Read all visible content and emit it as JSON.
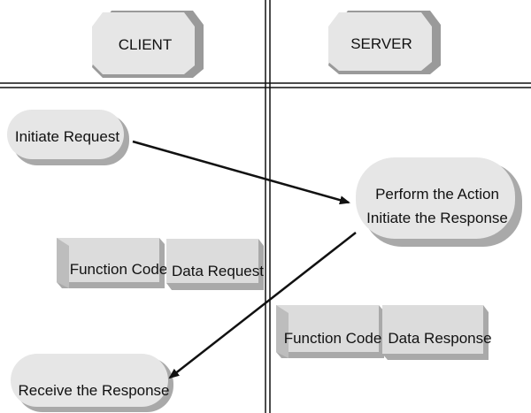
{
  "header": {
    "client_label": "CLIENT",
    "server_label": "SERVER"
  },
  "client": {
    "initiate_request": "Initiate Request",
    "function_code": "Function Code",
    "data_request": "Data Request",
    "receive_response": "Receive the Response"
  },
  "server": {
    "action_line1": "Perform  the Action",
    "action_line2": "Initiate the Response",
    "function_code": "Function Code",
    "data_response": "Data Response"
  },
  "colors": {
    "shape_fill": "#e6e6e6",
    "shape_shadow": "#a9a9a9",
    "line": "#111111"
  }
}
